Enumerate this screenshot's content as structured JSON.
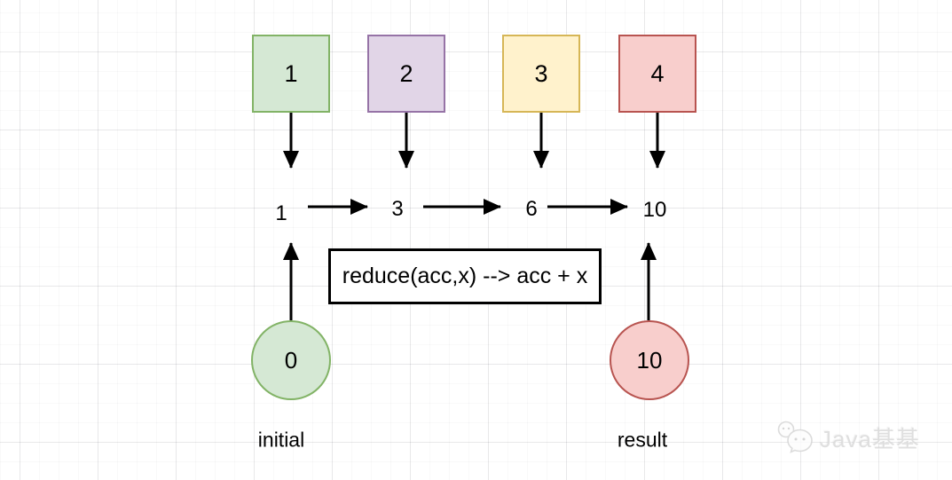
{
  "diagram": {
    "input_boxes": [
      {
        "label": "1",
        "fill": "#d5e8d4",
        "border": "#82b366"
      },
      {
        "label": "2",
        "fill": "#e1d5e7",
        "border": "#9673a6"
      },
      {
        "label": "3",
        "fill": "#fff2cc",
        "border": "#d6b656"
      },
      {
        "label": "4",
        "fill": "#f8cecc",
        "border": "#b85450"
      }
    ],
    "flow_values": [
      "1",
      "3",
      "6",
      "10"
    ],
    "function_box": {
      "label": "reduce(acc,x) --> acc + x"
    },
    "initial_node": {
      "value": "0",
      "caption": "initial",
      "fill": "#d5e8d4",
      "border": "#82b366"
    },
    "result_node": {
      "value": "10",
      "caption": "result",
      "fill": "#f8cecc",
      "border": "#b85450"
    },
    "arrow_color": "#000000"
  },
  "watermark": {
    "text": "Java基基"
  }
}
